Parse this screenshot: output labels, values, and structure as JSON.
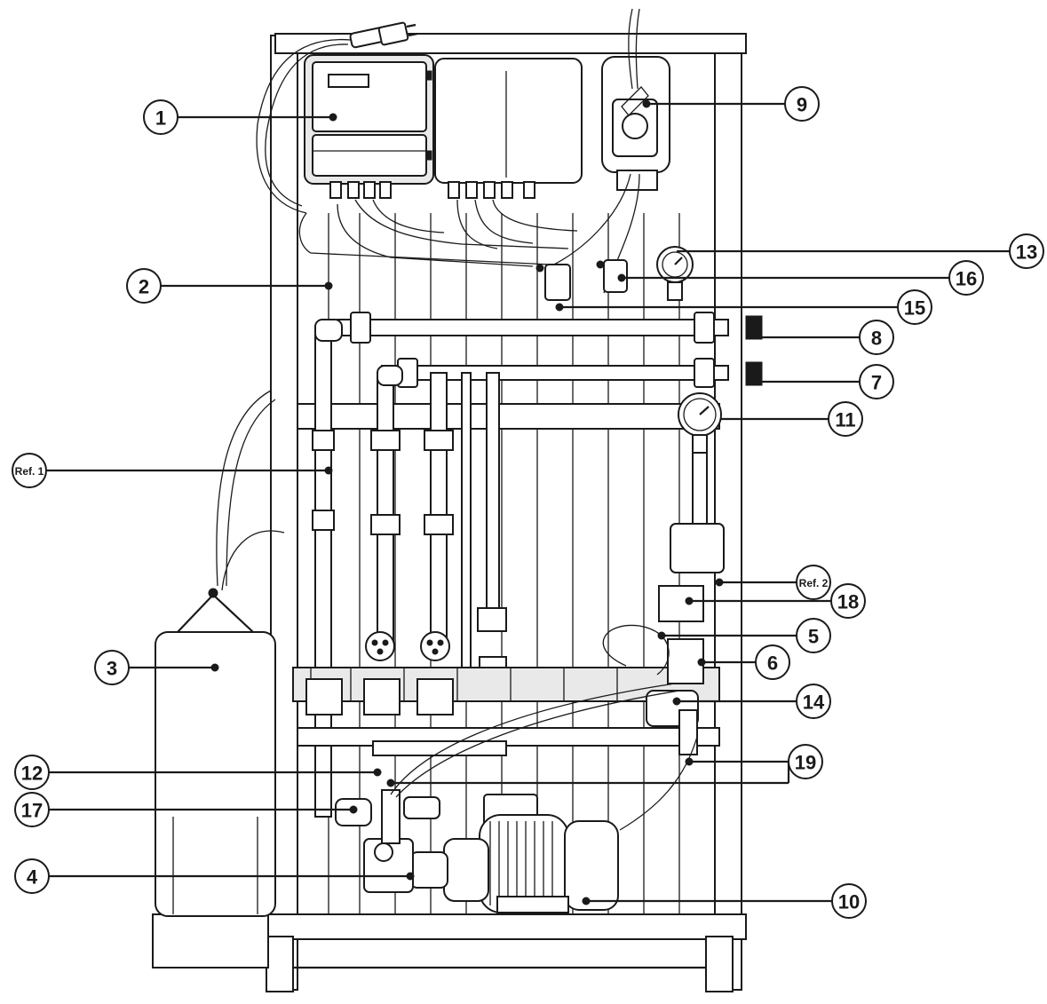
{
  "callouts": [
    {
      "id": "1",
      "label": "1"
    },
    {
      "id": "2",
      "label": "2"
    },
    {
      "id": "3",
      "label": "3"
    },
    {
      "id": "4",
      "label": "4"
    },
    {
      "id": "5",
      "label": "5"
    },
    {
      "id": "6",
      "label": "6"
    },
    {
      "id": "7",
      "label": "7"
    },
    {
      "id": "8",
      "label": "8"
    },
    {
      "id": "9",
      "label": "9"
    },
    {
      "id": "10",
      "label": "10"
    },
    {
      "id": "11",
      "label": "11"
    },
    {
      "id": "12",
      "label": "12"
    },
    {
      "id": "13",
      "label": "13"
    },
    {
      "id": "14",
      "label": "14"
    },
    {
      "id": "15",
      "label": "15"
    },
    {
      "id": "16",
      "label": "16"
    },
    {
      "id": "17",
      "label": "17"
    },
    {
      "id": "18",
      "label": "18"
    },
    {
      "id": "19",
      "label": "19"
    },
    {
      "id": "ref1",
      "label": "Ref. 1"
    },
    {
      "id": "ref2",
      "label": "Ref. 2"
    }
  ]
}
